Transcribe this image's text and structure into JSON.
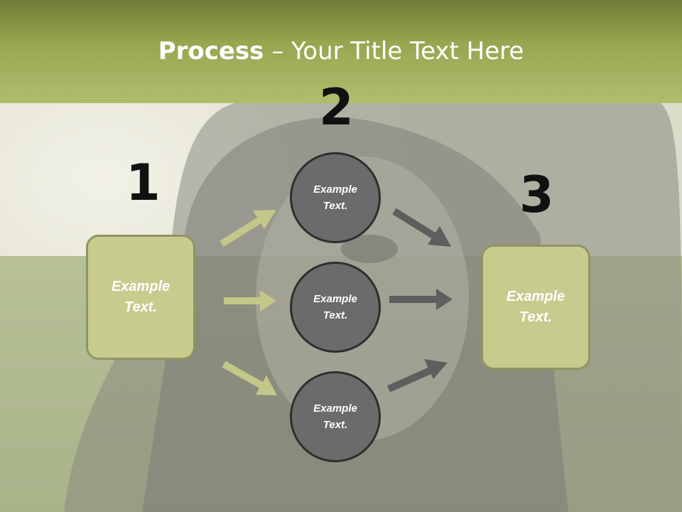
{
  "title": {
    "bold": "Process",
    "rest": " – Your Title Text Here"
  },
  "steps": {
    "n1": "1",
    "n2": "2",
    "n3": "3"
  },
  "left_box": {
    "line1": "Example",
    "line2": "Text."
  },
  "right_box": {
    "line1": "Example",
    "line2": "Text."
  },
  "circles": [
    {
      "line1": "Example",
      "line2": "Text."
    },
    {
      "line1": "Example",
      "line2": "Text."
    },
    {
      "line1": "Example",
      "line2": "Text."
    }
  ],
  "colors": {
    "header": "#97a54f",
    "box_fill": "#c8cb8e",
    "box_border": "#8f9560",
    "circle_fill": "#6b6b6b",
    "left_arrows": "#c3c78a",
    "right_arrows": "#5e5e5e"
  }
}
